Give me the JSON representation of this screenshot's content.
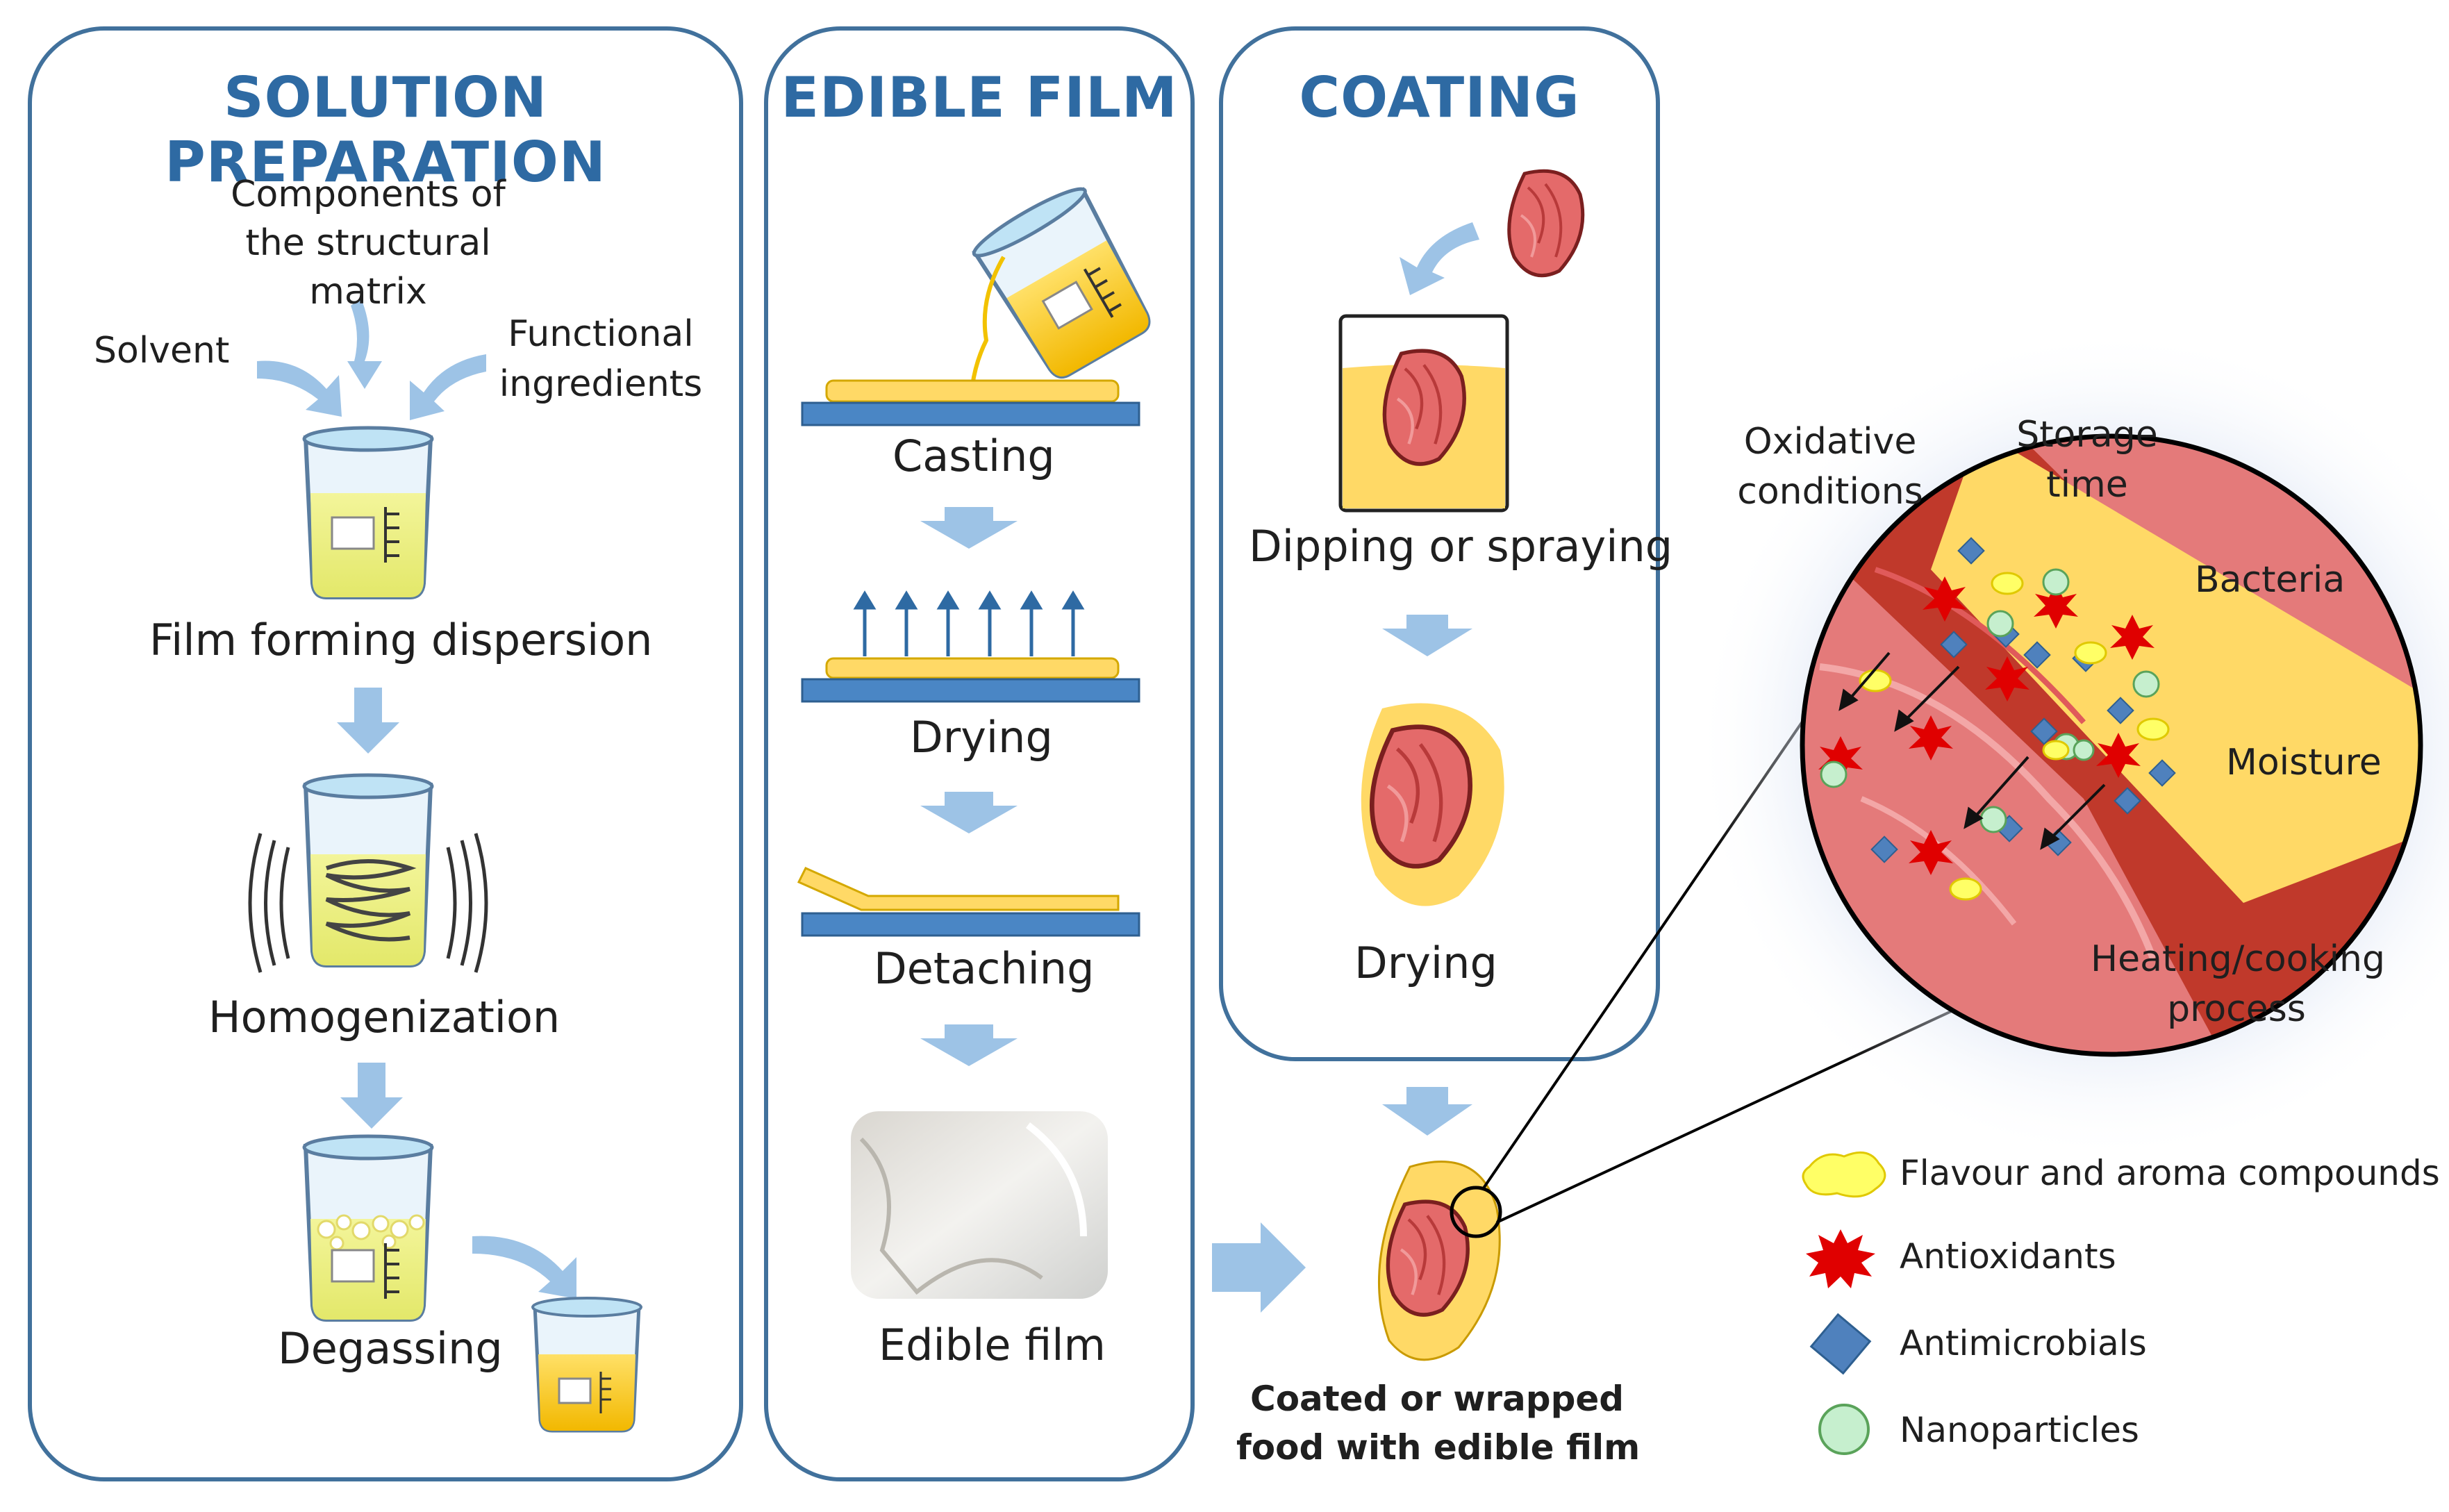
{
  "panels": {
    "solution": {
      "title": "SOLUTION PREPARATION",
      "components": "Components of the structural matrix",
      "solvent": "Solvent",
      "functional": "Functional ingredients",
      "film_forming": "Film forming dispersion",
      "homogenization": "Homogenization",
      "degassing": "Degassing"
    },
    "edible_film": {
      "title": "EDIBLE FILM",
      "casting": "Casting",
      "drying": "Drying",
      "detaching": "Detaching",
      "edible_film": "Edible film"
    },
    "coating": {
      "title": "COATING",
      "dipping": "Dipping or spraying",
      "drying": "Drying"
    }
  },
  "result": {
    "line1": "Coated or wrapped",
    "line2": "food with edible film"
  },
  "factors": {
    "oxidative": "Oxidative conditions",
    "storage": "Storage time",
    "bacteria": "Bacteria",
    "moisture": "Moisture",
    "heating": "Heating/cooking process"
  },
  "legend": {
    "flavour": "Flavour and aroma compounds",
    "antioxidants": "Antioxidants",
    "antimicrobials": "Antimicrobials",
    "nanoparticles": "Nanoparticles"
  },
  "colors": {
    "panel_border": "#41719c",
    "title": "#2e6aa3",
    "arrow": "#9dc3e6",
    "film": "#ffd966",
    "plate": "#4a86c5",
    "meat": "#d9534f",
    "antioxidant": "#e00000",
    "antimicrobial": "#4f81bd",
    "nanoparticle": "#c6efce",
    "flavour": "#ffff66"
  },
  "icons": [
    "beaker-icon",
    "arrow-icon",
    "meat-icon",
    "burst-icon",
    "diamond-icon",
    "circle-icon",
    "blob-icon"
  ]
}
